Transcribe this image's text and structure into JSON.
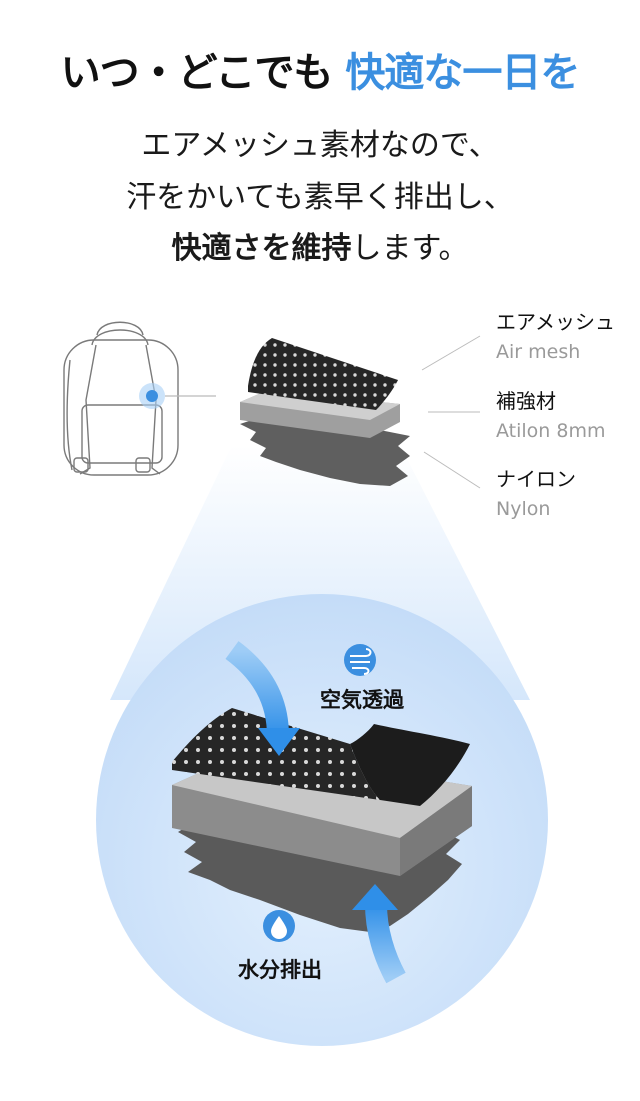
{
  "headline": {
    "part1": "いつ・どこでも",
    "part2": "快適な一日を"
  },
  "description": {
    "line1": "エアメッシュ素材なので、",
    "line2": "汗をかいても素早く排出し、",
    "line3_bold": "快適さを維持",
    "line3_rest": "します。"
  },
  "layers": [
    {
      "jp": "エアメッシュ",
      "en": "Air mesh"
    },
    {
      "jp": "補強材",
      "en": "Atilon 8mm"
    },
    {
      "jp": "ナイロン",
      "en": "Nylon"
    }
  ],
  "features": {
    "air": {
      "label": "空気透過",
      "icon": "wind-icon"
    },
    "moisture": {
      "label": "水分排出",
      "icon": "water-drop-icon"
    }
  },
  "colors": {
    "accent": "#3b8fe0",
    "mesh": "#2a2a2a",
    "foam": "#bdbdbd",
    "nylon": "#6e6e6e",
    "lens": "#d3e7fb"
  }
}
